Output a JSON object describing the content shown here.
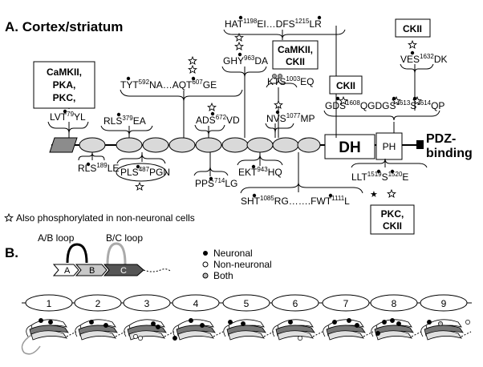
{
  "section_a": {
    "title": "A. Cortex/striatum"
  },
  "section_b": {
    "title": "B."
  },
  "kinase_boxes": {
    "camkii_pka_pkc": [
      "CaMKII,",
      "PKA,",
      "PKC,"
    ],
    "camkii_ckii": [
      "CaMKII,",
      "CKII"
    ],
    "ckii_top": "CKII",
    "ckii_mid": "CKII",
    "pkc_ckii": [
      "PKC,",
      "CKII"
    ]
  },
  "domains": {
    "dh": "DH",
    "ph": "PH",
    "pdz": [
      "PDZ-",
      "binding"
    ]
  },
  "sites": {
    "lvt": {
      "pre": "LVT",
      "sup": "79",
      "post": "YL"
    },
    "rls189": {
      "pre": "RLS",
      "sup": "189",
      "post": "LE"
    },
    "rls379": {
      "pre": "RLS",
      "sup": "379",
      "post": "EA"
    },
    "pls487": {
      "pre": "PLS",
      "sup": "487",
      "post": "PGN"
    },
    "tyt_aqt": {
      "p1": "TYT",
      "s1": "592",
      "p2": "NA…AQT",
      "s2": "607",
      "p3": "GE"
    },
    "ads672": {
      "pre": "ADS",
      "sup": "672",
      "post": "VD"
    },
    "pps714": {
      "pre": "PPS",
      "sup": "714",
      "post": "LG"
    },
    "ghy963": {
      "pre": "GHY",
      "sup": "963",
      "post": "DA"
    },
    "ekt943": {
      "pre": "EKT",
      "sup": "943",
      "post": "HQ"
    },
    "kts1003": {
      "pre": "KTS",
      "sup": "1003",
      "post": "EQ"
    },
    "nvs1077": {
      "pre": "NVS",
      "sup": "1077",
      "post": "MP"
    },
    "sht_fwt": {
      "p1": "SHT",
      "s1": "1085",
      "p2": "RG…….FWT",
      "s2": "1111",
      "p3": "L"
    },
    "hat_dfs": {
      "p1": "HAT",
      "s1": "1198",
      "p2": "EI…DFS",
      "s2": "1215",
      "p3": "LR"
    },
    "ves1632": {
      "pre": "VES",
      "sup": "1632",
      "post": "DK"
    },
    "gds_qgdgs": {
      "p1": "GDS",
      "s1": "1608",
      "p2": "QGDGS",
      "s2": "1613",
      "p3": "S",
      "s3": "1614",
      "p4": "QP"
    },
    "llt_s": {
      "p1": "LLT",
      "s1": "1519",
      "p2": "S",
      "s2": "1520",
      "p3": "E"
    }
  },
  "note_text": "Also phosphorylated in non-neuronal cells",
  "loops": {
    "ab": "A/B loop",
    "bc": "B/C loop"
  },
  "strands": [
    "A",
    "B",
    "C"
  ],
  "legend": {
    "neuronal": "Neuronal",
    "non_neuronal": "Non-neuronal",
    "both": "Both"
  },
  "repeats": [
    "1",
    "2",
    "3",
    "4",
    "5",
    "6",
    "7",
    "8",
    "9"
  ],
  "colors": {
    "black": "#000000",
    "grey_domain": "#8c8c8c",
    "ellipse_fill": "#d9d9d9",
    "light": "#c8c8c8"
  }
}
